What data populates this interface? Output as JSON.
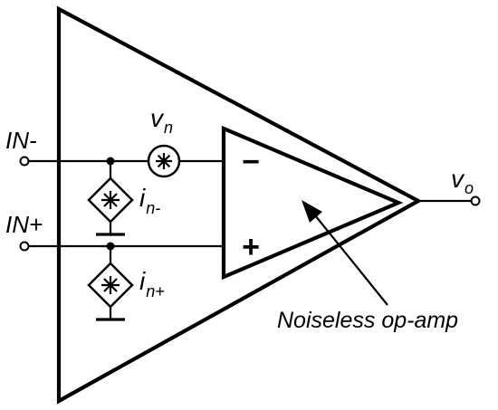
{
  "labels": {
    "in_minus": "IN-",
    "in_plus": "IN+",
    "vn_base": "v",
    "vn_sub": "n",
    "vo_base": "v",
    "vo_sub": "o",
    "in_minus_src_base": "i",
    "in_minus_src_sub": "n-",
    "in_plus_src_base": "i",
    "in_plus_src_sub": "n+",
    "noiseless": "Noiseless op-amp",
    "minus_sign": "−",
    "plus_sign": "+"
  }
}
